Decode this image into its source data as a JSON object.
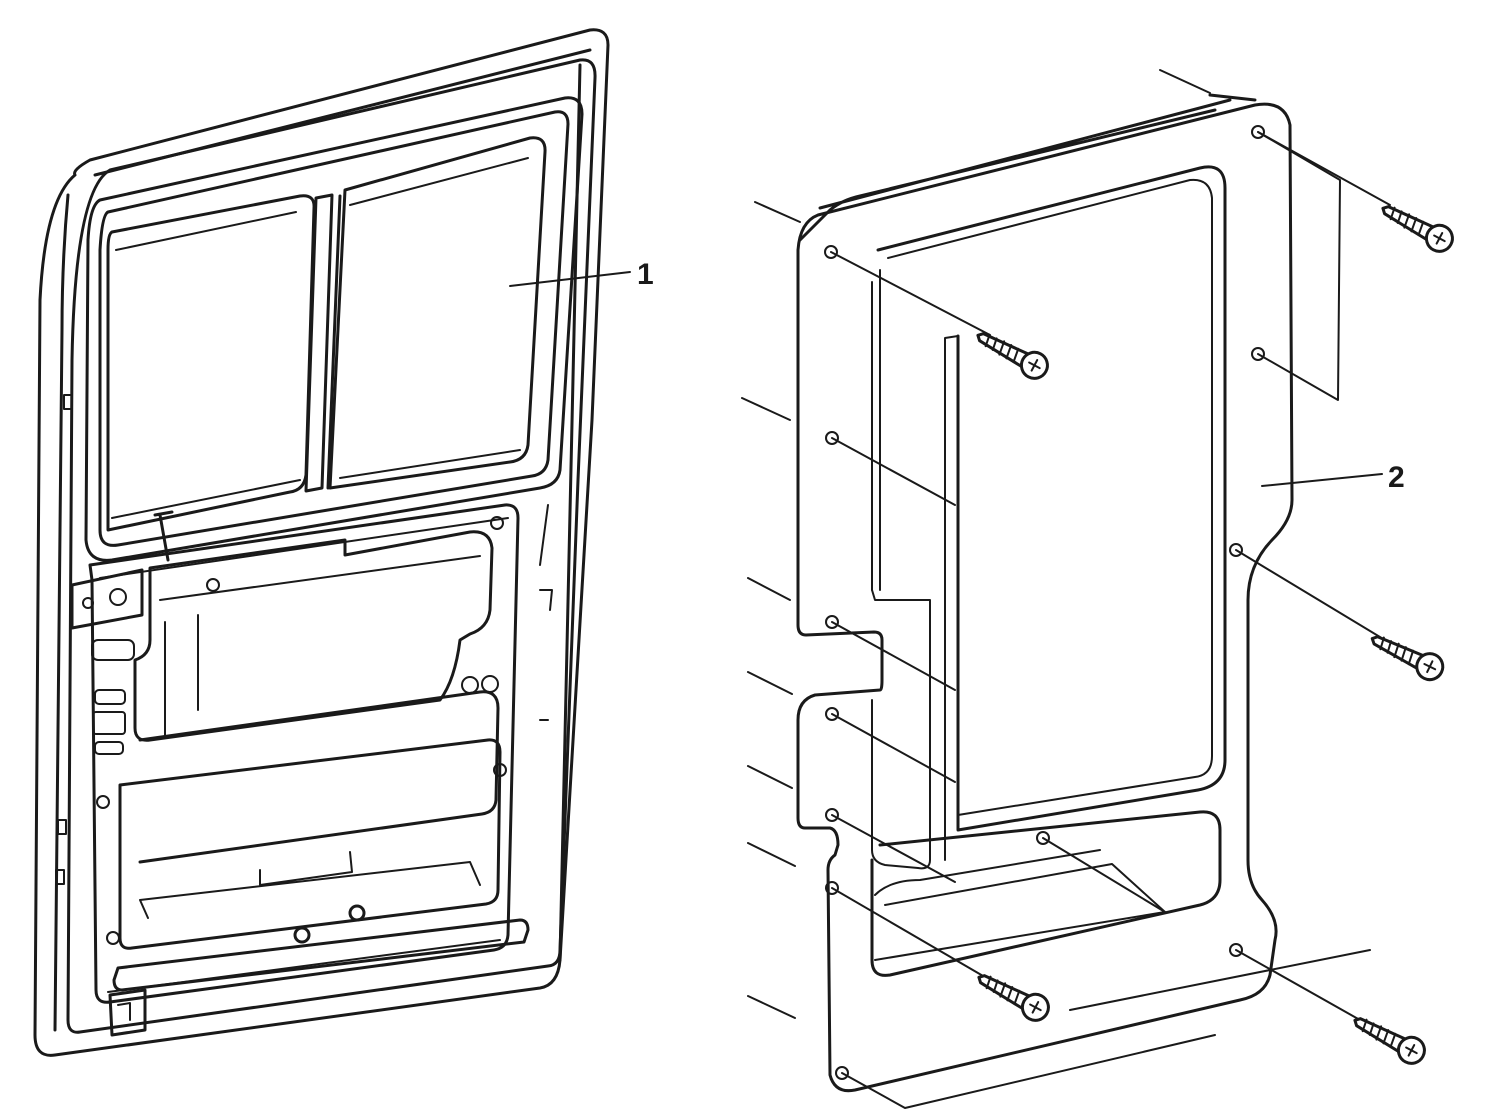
{
  "callouts": [
    {
      "id": "1",
      "label": "1"
    },
    {
      "id": "2",
      "label": "2"
    }
  ],
  "colors": {
    "ink": "#1a1a1a",
    "paper": "#ffffff"
  }
}
